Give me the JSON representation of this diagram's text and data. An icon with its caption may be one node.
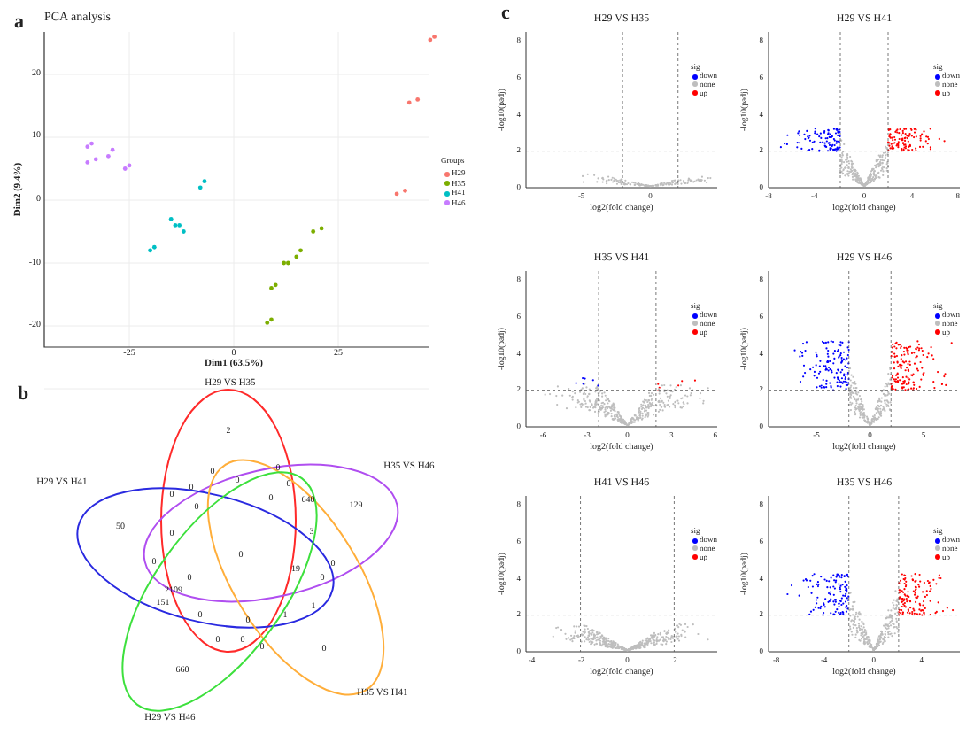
{
  "diagram": {
    "nodes": [
      {
        "text": [
          "H29 VS H35"
        ]
      },
      {
        "text": [
          "H35 VS H46"
        ]
      },
      {
        "text": [
          "H29 VS H41"
        ]
      },
      {
        "text": [
          "H35 VS H41"
        ]
      },
      {
        "text": [
          "H29 VS H46"
        ]
      }
    ],
    "labels": [
      "a",
      "PCA analysis",
      "20",
      "10",
      "0",
      "-10",
      "-20",
      "Dim2 (9.4%)",
      "Groups",
      "-25",
      "0",
      "25",
      "Dim1 (63.5%)",
      "b",
      "2",
      "0",
      "0",
      "0",
      "0",
      "0",
      "0",
      "0",
      "0",
      "640",
      "129",
      "50",
      "0",
      "3",
      "0",
      "0",
      "0",
      "2109",
      "0",
      "19",
      "0",
      "151",
      "1",
      "0",
      "0",
      "1",
      "0",
      "0",
      "0",
      "0",
      "660",
      "c",
      "H29 VS H35",
      "8",
      "6",
      "4",
      "2",
      "0",
      "-log10(padj)",
      "sig",
      "-5",
      "0",
      "log2(fold change)",
      "H29 VS H41",
      "8",
      "6",
      "4",
      "2",
      "0",
      "-log10(padj)",
      "sig",
      "-8",
      "-4",
      "0",
      "4",
      "8",
      "log2(fold change)",
      "H35 VS H41",
      "8",
      "6",
      "4",
      "2",
      "0",
      "-log10(padj)",
      "sig",
      "-6",
      "-3",
      "0",
      "3",
      "6",
      "log2(fold change)",
      "H29 VS H46",
      "8",
      "6",
      "4",
      "2",
      "0",
      "-log10(padj)",
      "sig",
      "-5",
      "0",
      "5",
      "log2(fold change)",
      "H41 VS H46",
      "8",
      "6",
      "4",
      "2",
      "0",
      "-log10(padj)",
      "sig",
      "-4",
      "-2",
      "0",
      "2",
      "log2(fold change)",
      "H35 VS H46",
      "8",
      "6",
      "4",
      "2",
      "0",
      "-log10(padj)",
      "sig",
      "-8",
      "-4",
      "0",
      "4",
      "log2(fold change)"
    ],
    "legend": [
      {
        "text": "H29",
        "color": "#f8766d"
      },
      {
        "text": "H35",
        "color": "#7cae00"
      },
      {
        "text": "H41",
        "color": "#00bfc4"
      },
      {
        "text": "H46",
        "color": "#c77cff"
      },
      {
        "text": "down",
        "color": "#0000ff"
      },
      {
        "text": "none",
        "color": "#bebebe"
      },
      {
        "text": "up",
        "color": "#ff0000"
      },
      {
        "text": "down",
        "color": "#0000ff"
      },
      {
        "text": "none",
        "color": "#bebebe"
      },
      {
        "text": "up",
        "color": "#ff0000"
      },
      {
        "text": "down",
        "color": "#0000ff"
      },
      {
        "text": "none",
        "color": "#bebebe"
      },
      {
        "text": "up",
        "color": "#ff0000"
      },
      {
        "text": "down",
        "color": "#0000ff"
      },
      {
        "text": "none",
        "color": "#bebebe"
      },
      {
        "text": "up",
        "color": "#ff0000"
      },
      {
        "text": "down",
        "color": "#0000ff"
      },
      {
        "text": "none",
        "color": "#bebebe"
      },
      {
        "text": "up",
        "color": "#ff0000"
      },
      {
        "text": "down",
        "color": "#0000ff"
      },
      {
        "text": "none",
        "color": "#bebebe"
      },
      {
        "text": "up",
        "color": "#ff0000"
      }
    ]
  }
}
